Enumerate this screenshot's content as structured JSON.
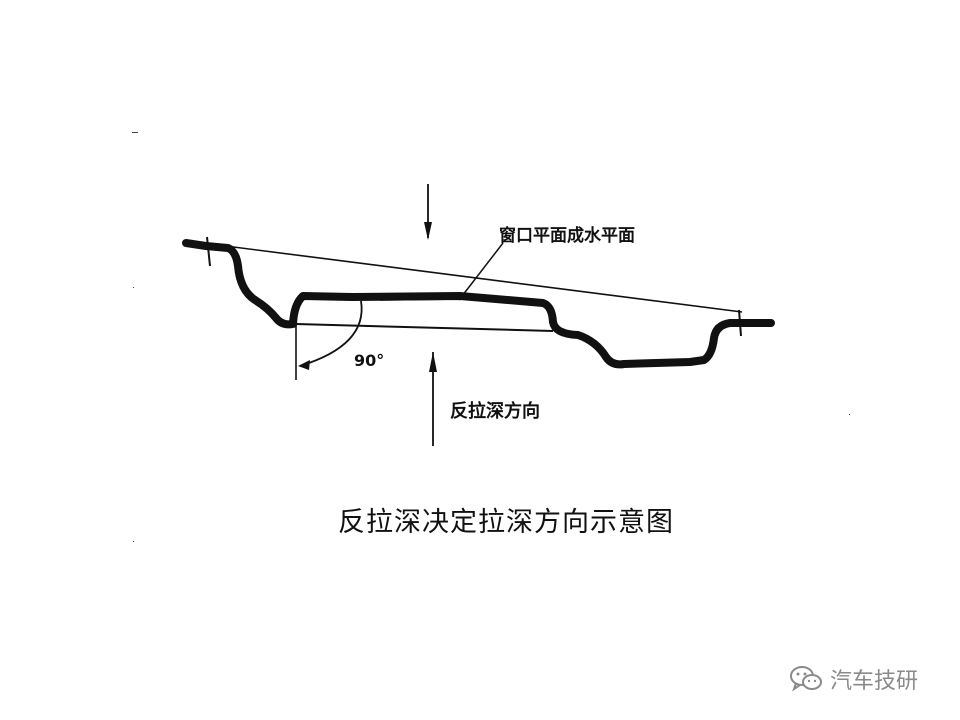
{
  "diagram": {
    "label_window_plane": "窗口平面成水平面",
    "label_angle": "90°",
    "label_direction": "反拉深方向"
  },
  "caption": "反拉深决定拉深方向示意图",
  "watermark": {
    "text": "汽车技研",
    "icon": "wechat-icon"
  },
  "colors": {
    "ink": "#111111",
    "watermark": "#8a8a8a"
  }
}
